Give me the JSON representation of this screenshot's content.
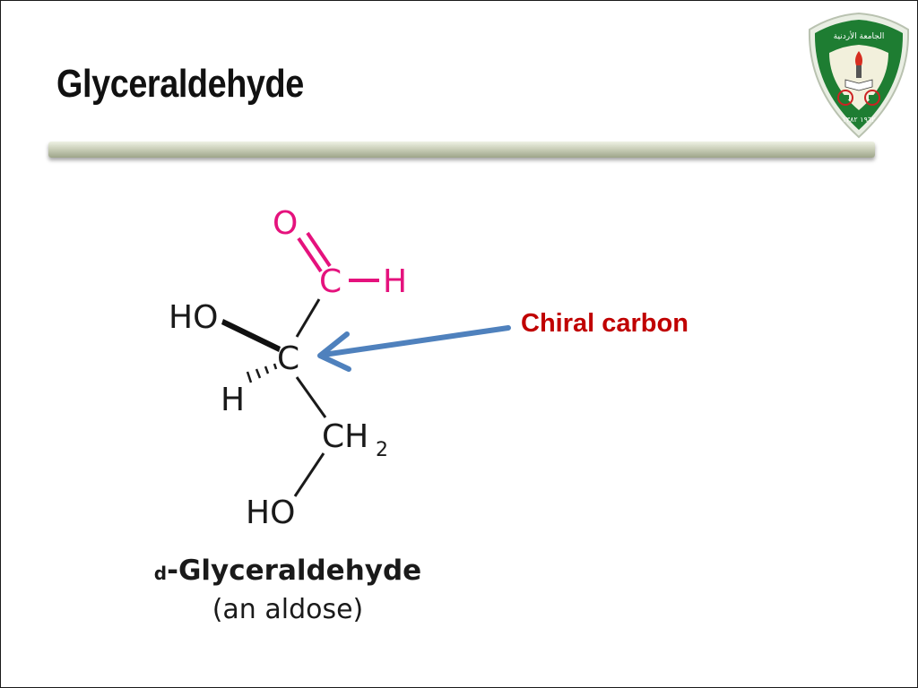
{
  "slide": {
    "title": "Glyceraldehyde",
    "logo": {
      "icon": "university-of-jordan-crest-icon",
      "arabic_name": "الجامعة الأردنية",
      "founding_year": "١٩٦٢ ١٣٨٢",
      "colors": {
        "outer": "#e9eee3",
        "shield": "#1e7d32",
        "inner": "#f2f0dc"
      }
    },
    "rule_colors": {
      "top": "#eef1e4",
      "bottom": "#9ea58a"
    }
  },
  "molecule": {
    "atoms": {
      "carbonyl_oxygen": "O",
      "aldehyde_carbon": "C",
      "aldehyde_hydrogen": "H",
      "chiral_carbon": "C",
      "hydroxyl_left": "HO",
      "hydrogen_left": "H",
      "ch2_main": "CH",
      "ch2_subscript": "2",
      "terminal_hydroxyl": "HO"
    },
    "colors": {
      "aldehyde": "#e5127d",
      "skeleton": "#1a1a1a"
    },
    "name_prefix": "d",
    "name_main": "-Glyceraldehyde",
    "name_sub": "(an aldose)"
  },
  "callout": {
    "label": "Chiral carbon",
    "label_color": "#c00000",
    "arrow_color": "#4f81bd"
  }
}
